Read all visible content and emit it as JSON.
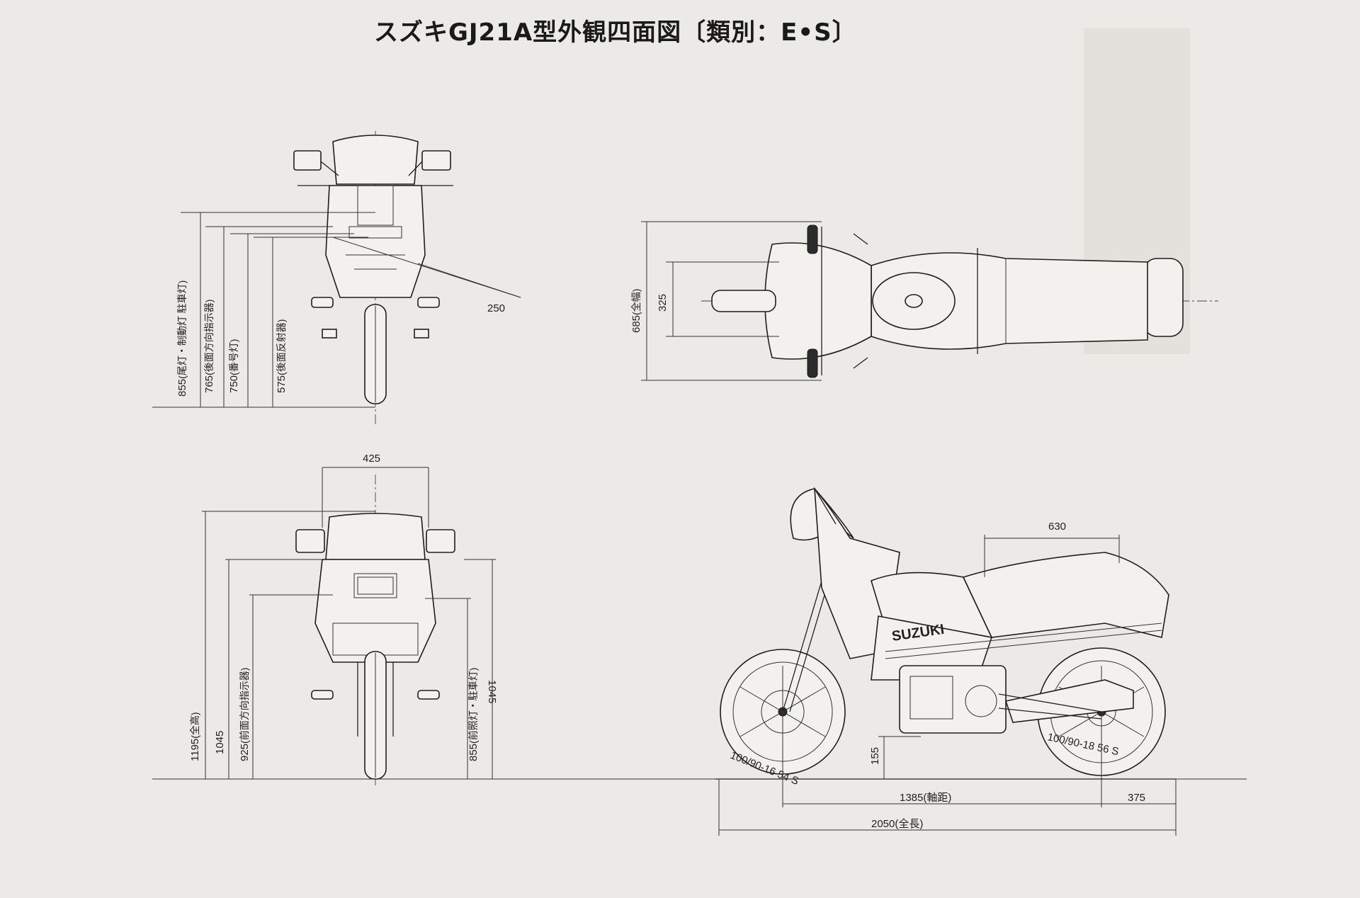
{
  "title": "スズキGJ21A型外観四面図〔類別：E•S〕",
  "rear_view": {
    "dimensions": [
      {
        "value": "855",
        "label": "(尾灯・制動灯 駐車灯)"
      },
      {
        "value": "765",
        "label": "(後面方向指示器)"
      },
      {
        "value": "750",
        "label": "(番号灯)"
      },
      {
        "value": "575",
        "label": "(後面反射器)"
      }
    ],
    "angle_label": "250"
  },
  "top_view": {
    "dimensions": [
      {
        "value": "685",
        "label": "(全幅)"
      },
      {
        "value": "325",
        "label": ""
      }
    ]
  },
  "front_view": {
    "width_label": "425",
    "dimensions": [
      {
        "value": "1195",
        "label": "(全高)"
      },
      {
        "value": "1045",
        "label": ""
      },
      {
        "value": "925",
        "label": "(前面方向指示器)"
      },
      {
        "value": "855",
        "label": "(前照灯・駐車灯)"
      },
      {
        "value": "1045",
        "label": ""
      }
    ]
  },
  "side_view": {
    "dim_630": "630",
    "dim_155": "155",
    "wheelbase": "1385(軸距)",
    "rear_overhang": "375",
    "overall_length": "2050(全長)",
    "front_tire": "100/90-16  54 S",
    "rear_tire": "100/90-18  56 S",
    "brand": "SUZUKI"
  }
}
